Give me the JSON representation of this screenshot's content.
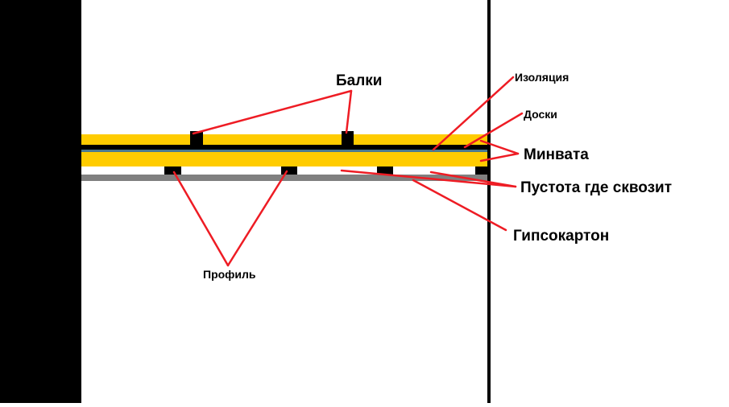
{
  "labels": {
    "beams": "Балки",
    "insulation": "Изоляция",
    "boards": "Доски",
    "mineral_wool": "Минвата",
    "void_drafts": "Пустота где сквозит",
    "drywall": "Гипсокартон",
    "profile": "Профиль"
  },
  "colors": {
    "background": "#ffffff",
    "wall": "#000000",
    "mineral_wool": "#ffcc00",
    "drywall": "#808080",
    "insulation_film": "#4a7a90",
    "beam": "#000000",
    "leader_line": "#ee1c24"
  }
}
